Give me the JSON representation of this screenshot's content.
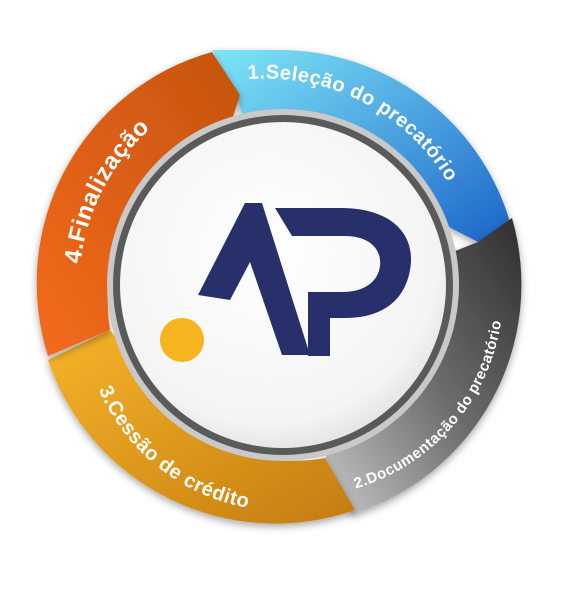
{
  "diagram": {
    "steps": [
      {
        "label": "1.Seleção do precatório",
        "color_start": "#7fe6f7",
        "color_end": "#1b64c9"
      },
      {
        "label": "2.Documentação do precatório",
        "color_start": "#3a3a3a",
        "color_end": "#c9c9c9"
      },
      {
        "label": "3.Cessão de crédito",
        "color_start": "#f4ad24",
        "color_end": "#c98212"
      },
      {
        "label": "4.Finalização",
        "color_start": "#f46a1c",
        "color_end": "#c95410"
      }
    ],
    "logo": {
      "brand_navy": "#27306a",
      "dot_color": "#f6b51e"
    }
  }
}
